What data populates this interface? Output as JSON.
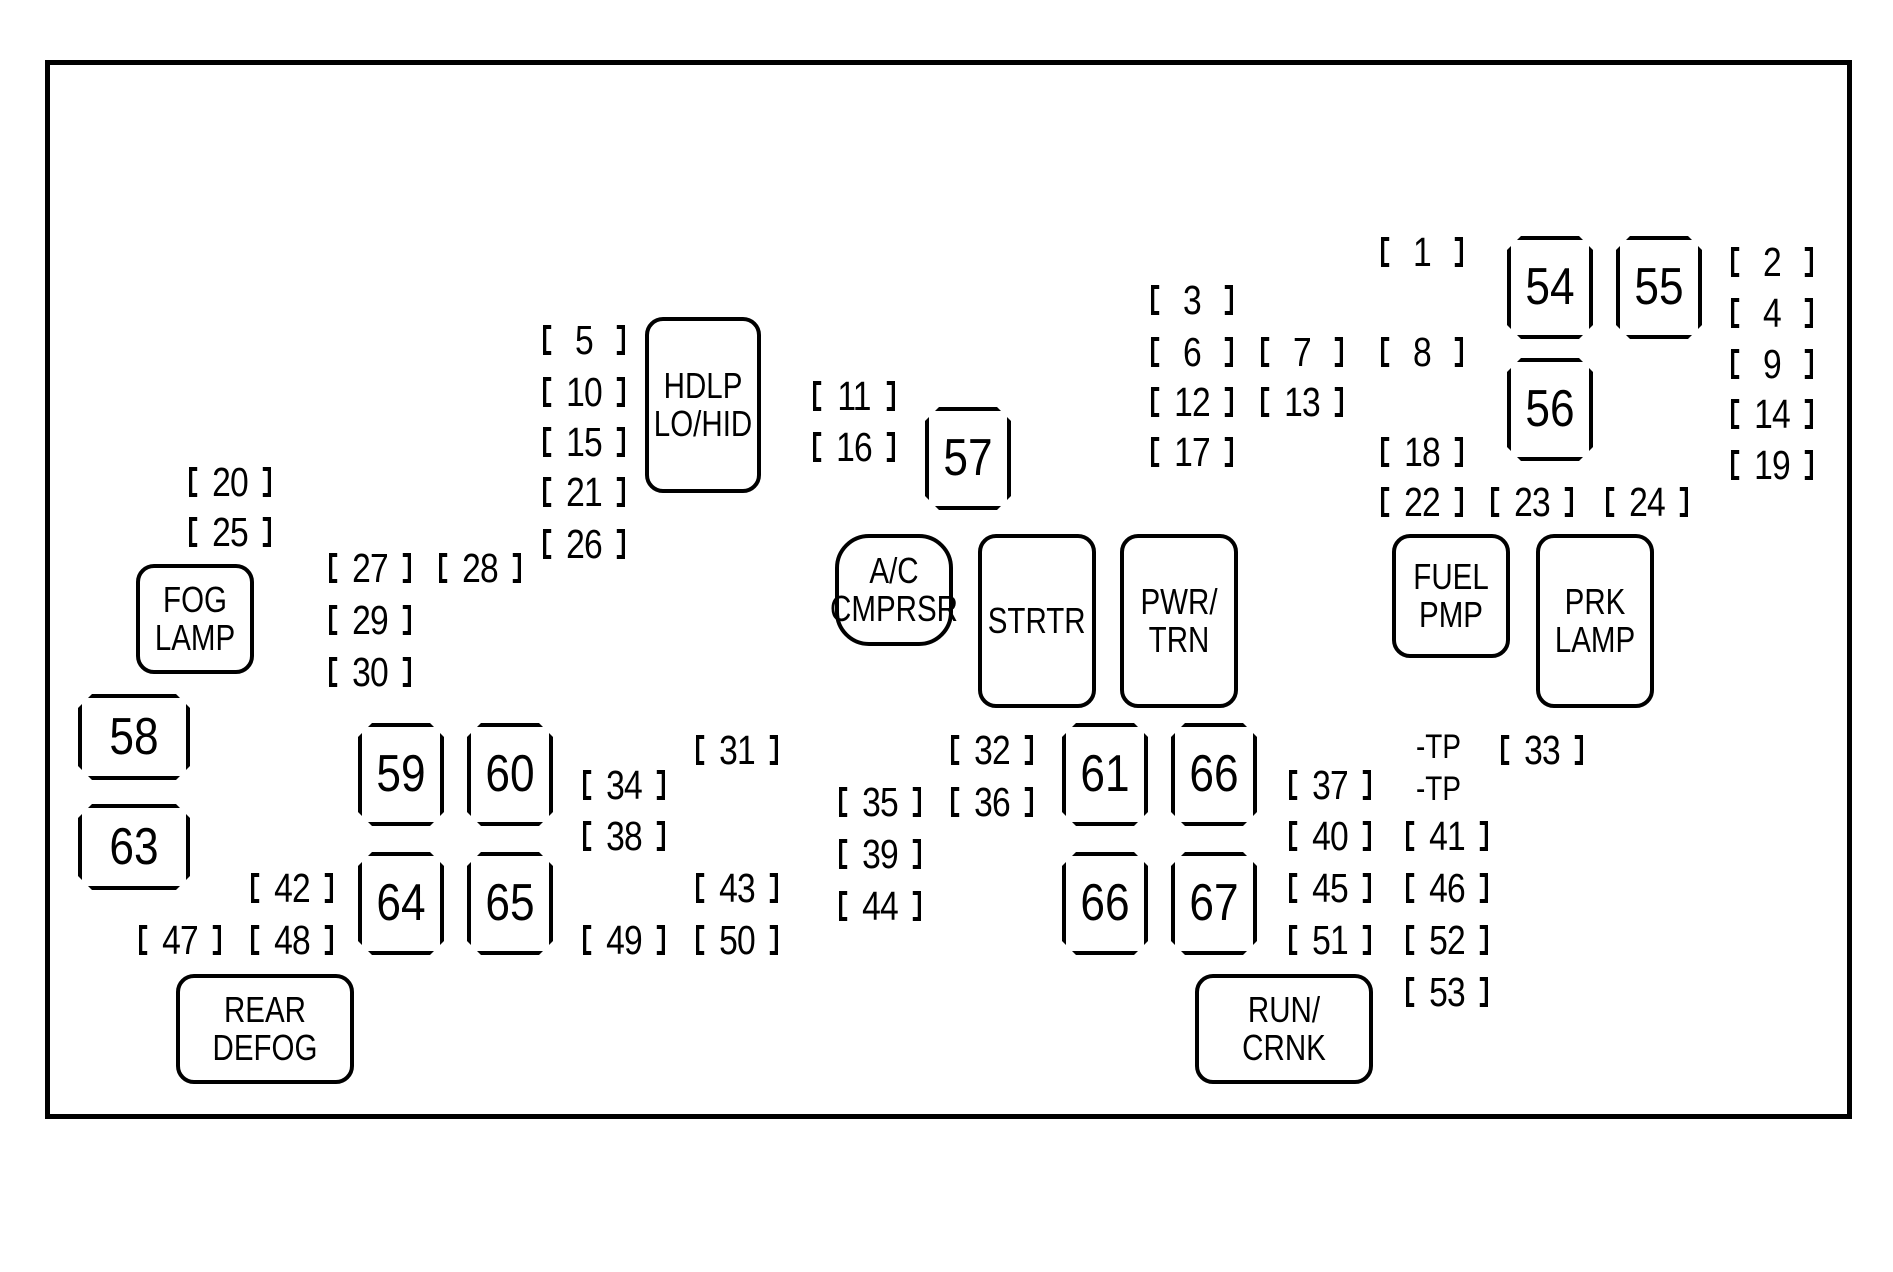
{
  "fuses": [
    "1",
    "2",
    "3",
    "4",
    "5",
    "6",
    "7",
    "8",
    "9",
    "10",
    "11",
    "12",
    "13",
    "14",
    "15",
    "16",
    "17",
    "18",
    "19",
    "20",
    "21",
    "22",
    "23",
    "24",
    "25",
    "26",
    "27",
    "28",
    "29",
    "30",
    "31",
    "32",
    "33",
    "34",
    "35",
    "36",
    "37",
    "38",
    "39",
    "40",
    "41",
    "42",
    "43",
    "44",
    "45",
    "46",
    "47",
    "48",
    "49",
    "50",
    "51",
    "52",
    "53"
  ],
  "relays": {
    "r54": "54",
    "r55": "55",
    "r56": "56",
    "r57": "57",
    "r58": "58",
    "r59": "59",
    "r60": "60",
    "r61": "61",
    "r63": "63",
    "r64": "64",
    "r65": "65",
    "r66a": "66",
    "r66b": "66",
    "r67": "67"
  },
  "labels": {
    "hdlp": "HDLP\nLO/HID",
    "fog": "FOG\nLAMP",
    "ac": "A/C\nCMPRSR",
    "strtr": "STRTR",
    "pwr": "PWR/\nTRN",
    "fuel": "FUEL\nPMP",
    "prk": "PRK\nLAMP",
    "rear": "REAR\nDEFOG",
    "run": "RUN/\nCRNK"
  },
  "test_points": [
    "-TP",
    "-TP"
  ]
}
